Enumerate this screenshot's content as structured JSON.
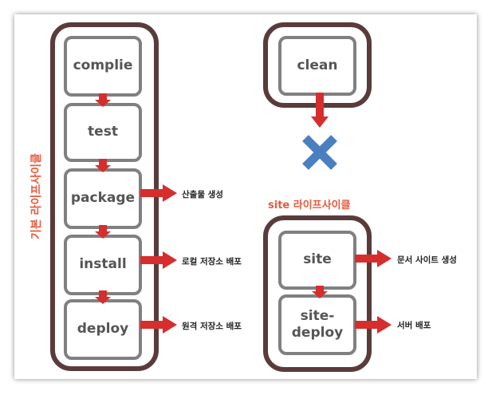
{
  "default_lifecycle": {
    "label": "기본 라이프사이클",
    "stages": [
      "complie",
      "test",
      "package",
      "install",
      "deploy"
    ]
  },
  "clean_lifecycle": {
    "stages": [
      "clean"
    ]
  },
  "site_lifecycle": {
    "label": "site 라이프사이클",
    "stages": [
      "site",
      "site-deploy"
    ],
    "stage_lines": [
      "site-",
      "deploy"
    ]
  },
  "annotations": {
    "package": "산출물 생성",
    "install": "로컬 저장소 배포",
    "deploy": "원격 저장소 배포",
    "site": "문서 사이트 생성",
    "site_deploy": "서버 배포"
  },
  "colors": {
    "container_border": "#5a3b3b",
    "stage_border": "#808080",
    "arrow": "#d62d2d",
    "x_mark": "#4a7fc1",
    "label": "#e85a3c"
  }
}
